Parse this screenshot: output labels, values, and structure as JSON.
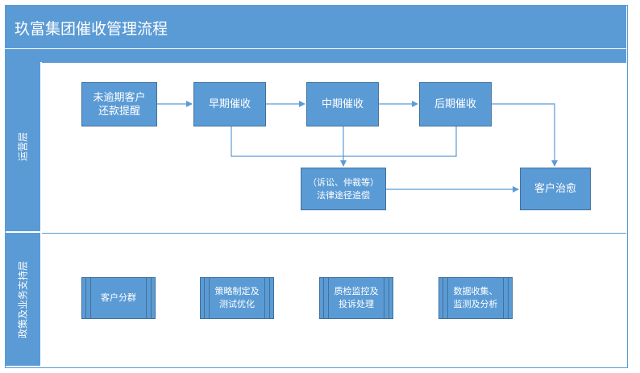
{
  "title": "玖富集团催收管理流程",
  "lanes": {
    "ops": "运营层",
    "support": "政策及业务支持层"
  },
  "flow": {
    "remind": "未逾期客户\n还款提醒",
    "early": "早期催收",
    "mid": "中期催收",
    "late": "后期催收",
    "legal": "（诉讼、仲裁等）\n法律途径追偿",
    "cure": "客户治愈"
  },
  "support": {
    "segment": "客户分群",
    "strategy": "策略制定及\n测试优化",
    "qa": "质检监控及\n投诉处理",
    "data": "数据收集、\n监测及分析"
  },
  "colors": {
    "fill": "#5b9bd5",
    "border": "#41719c",
    "line": "#5b9bd5"
  }
}
